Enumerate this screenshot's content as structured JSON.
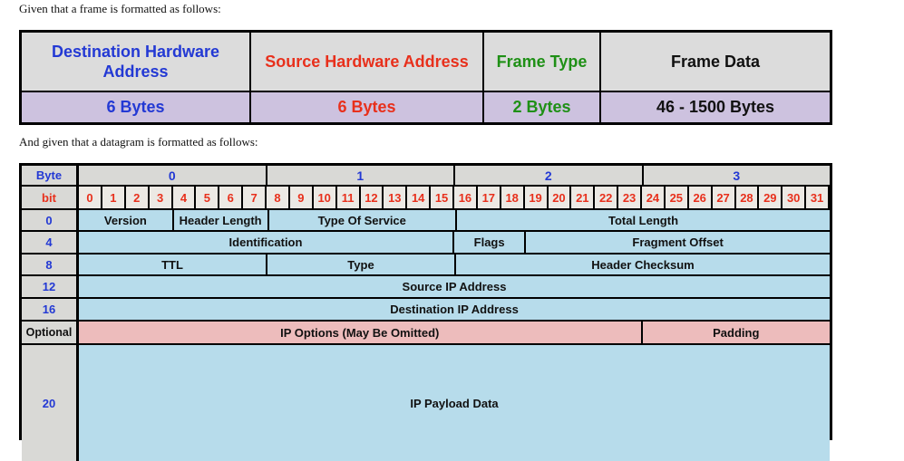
{
  "intro": {
    "frame_text": "Given that a frame is formatted as follows:",
    "datagram_text": "And given that a datagram is formatted as follows:"
  },
  "colors": {
    "destination_blue": "#2339d4",
    "source_red": "#e8301c",
    "frame_type_green": "#1f9016",
    "frame_data_black": "#111111",
    "header_gray": "#dcdcdc",
    "size_purple": "#cdc2df",
    "datagram_blue": "#b7dceb",
    "options_pink": "#edbcbc",
    "label_gray": "#d9d9d6",
    "bit_cell_bg": "#ece9e4",
    "border_black": "#000000"
  },
  "frame_table": {
    "fields": [
      {
        "name": "Destination Hardware Address",
        "size": "6 Bytes",
        "color": "#2339d4"
      },
      {
        "name": "Source Hardware Address",
        "size": "6 Bytes",
        "color": "#e8301c"
      },
      {
        "name": "Frame Type",
        "size": "2 Bytes",
        "color": "#1f9016"
      },
      {
        "name": "Frame Data",
        "size": "46 - 1500 Bytes",
        "color": "#111111"
      }
    ]
  },
  "datagram_table": {
    "byte_header_label": "Byte",
    "bit_header_label": "bit",
    "byte_groups": [
      "0",
      "1",
      "2",
      "3"
    ],
    "bits": [
      "0",
      "1",
      "2",
      "3",
      "4",
      "5",
      "6",
      "7",
      "8",
      "9",
      "10",
      "11",
      "12",
      "13",
      "14",
      "15",
      "16",
      "17",
      "18",
      "19",
      "20",
      "21",
      "22",
      "23",
      "24",
      "25",
      "26",
      "27",
      "28",
      "29",
      "30",
      "31"
    ],
    "rows": [
      {
        "offset": "0",
        "fields": [
          {
            "label": "Version",
            "bits": 4,
            "fill": "blue"
          },
          {
            "label": "Header Length",
            "bits": 4,
            "fill": "blue"
          },
          {
            "label": "Type Of Service",
            "bits": 8,
            "fill": "blue"
          },
          {
            "label": "Total Length",
            "bits": 16,
            "fill": "blue"
          }
        ]
      },
      {
        "offset": "4",
        "fields": [
          {
            "label": "Identification",
            "bits": 16,
            "fill": "blue"
          },
          {
            "label": "Flags",
            "bits": 3,
            "fill": "blue"
          },
          {
            "label": "Fragment Offset",
            "bits": 13,
            "fill": "blue"
          }
        ]
      },
      {
        "offset": "8",
        "fields": [
          {
            "label": "TTL",
            "bits": 8,
            "fill": "blue"
          },
          {
            "label": "Type",
            "bits": 8,
            "fill": "blue"
          },
          {
            "label": "Header Checksum",
            "bits": 16,
            "fill": "blue"
          }
        ]
      },
      {
        "offset": "12",
        "fields": [
          {
            "label": "Source IP Address",
            "bits": 32,
            "fill": "blue"
          }
        ]
      },
      {
        "offset": "16",
        "fields": [
          {
            "label": "Destination IP Address",
            "bits": 32,
            "fill": "blue"
          }
        ]
      },
      {
        "offset": "Optional",
        "fields": [
          {
            "label": "IP Options (May Be Omitted)",
            "bits": 24,
            "fill": "pink"
          },
          {
            "label": "Padding",
            "bits": 8,
            "fill": "pink"
          }
        ]
      },
      {
        "offset": "20",
        "fields": [
          {
            "label": "IP Payload Data",
            "bits": 32,
            "fill": "blue"
          }
        ]
      }
    ]
  }
}
